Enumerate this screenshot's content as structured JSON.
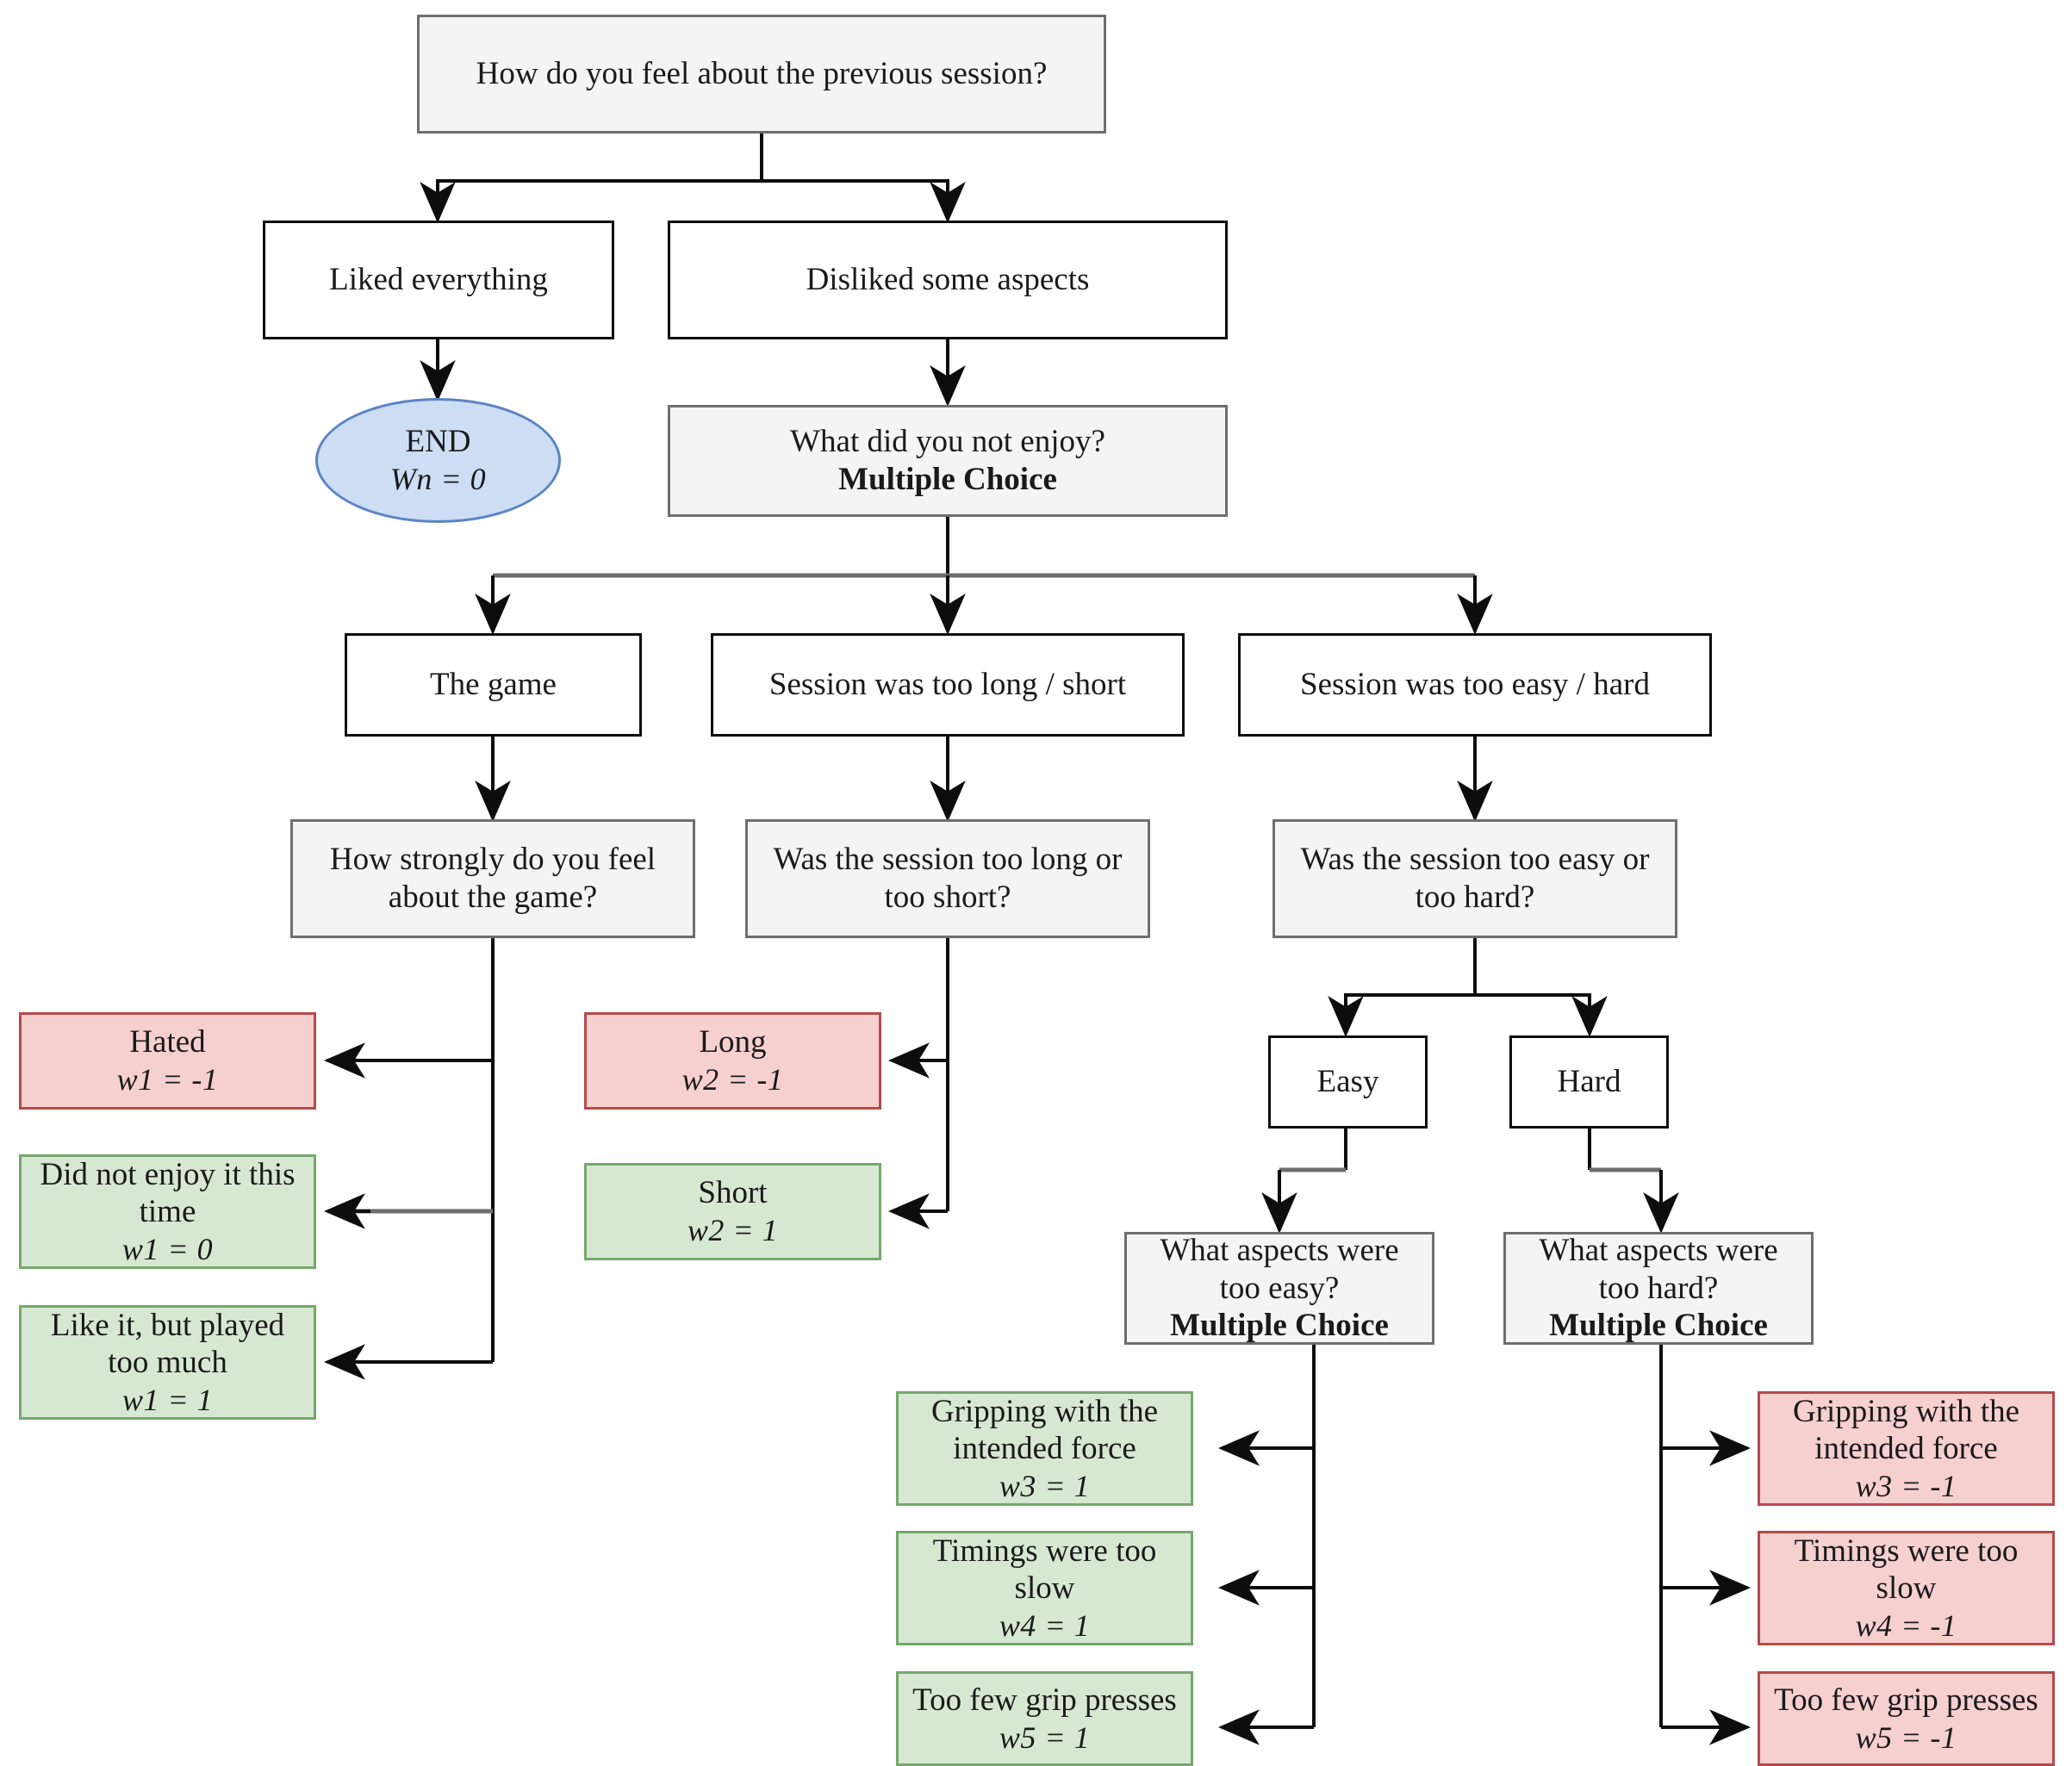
{
  "diagram": {
    "title": "Post-session feedback questionnaire flowchart",
    "colors": {
      "question_fill": "#f4f4f4",
      "question_border": "#6e6e6e",
      "plain_fill": "#ffffff",
      "plain_border": "#0d0d0d",
      "negative_fill": "#f6cfcf",
      "negative_border": "#b54a4a",
      "positive_fill": "#d7e8d2",
      "positive_border": "#74a86a",
      "end_fill": "#ccddf4",
      "end_border": "#5b84c4",
      "edge_black": "#0d0d0d",
      "edge_grey": "#6e6e6e"
    },
    "nodes": {
      "root_question": {
        "line1": "How do you feel about the previous session?"
      },
      "liked_everything": {
        "line1": "Liked everything"
      },
      "disliked_some": {
        "line1": "Disliked some aspects"
      },
      "end": {
        "line1": "END",
        "line2": "Wn = 0"
      },
      "what_not_enjoy": {
        "line1": "What did you not enjoy?",
        "line2": "Multiple Choice"
      },
      "the_game": {
        "line1": "The game"
      },
      "session_long_short": {
        "line1": "Session was too long / short"
      },
      "session_easy_hard": {
        "line1": "Session was too easy / hard"
      },
      "how_strongly_game": {
        "line1": "How strongly do you feel",
        "line2": "about the game?"
      },
      "was_long_or_short": {
        "line1": "Was the session too long or",
        "line2": "too short?"
      },
      "was_easy_or_hard": {
        "line1": "Was the session too easy or",
        "line2": "too hard?"
      },
      "hated": {
        "line1": "Hated",
        "line2": "w1 = -1"
      },
      "did_not_enjoy_this_time": {
        "line1": "Did not enjoy it this",
        "line2": "time",
        "line3": "w1 = 0"
      },
      "like_but_played_too_much": {
        "line1": "Like it, but played",
        "line2": "too much",
        "line3": "w1 = 1"
      },
      "long": {
        "line1": "Long",
        "line2": "w2 = -1"
      },
      "short": {
        "line1": "Short",
        "line2": "w2 = 1"
      },
      "easy": {
        "line1": "Easy"
      },
      "hard": {
        "line1": "Hard"
      },
      "what_too_easy": {
        "line1": "What aspects were",
        "line2": "too easy?",
        "line3": "Multiple Choice"
      },
      "what_too_hard": {
        "line1": "What aspects were",
        "line2": "too hard?",
        "line3": "Multiple Choice"
      },
      "easy_gripping": {
        "line1": "Gripping with the",
        "line2": "intended force",
        "line3": "w3 = 1"
      },
      "easy_timings": {
        "line1": "Timings were too",
        "line2": "slow",
        "line3": "w4 = 1"
      },
      "easy_grip_presses": {
        "line1": "Too few grip presses",
        "line2": "w5 = 1"
      },
      "hard_gripping": {
        "line1": "Gripping with the",
        "line2": "intended force",
        "line3": "w3 = -1"
      },
      "hard_timings": {
        "line1": "Timings were too",
        "line2": "slow",
        "line3": "w4 = -1"
      },
      "hard_grip_presses": {
        "line1": "Too few grip presses",
        "line2": "w5 = -1"
      }
    }
  }
}
